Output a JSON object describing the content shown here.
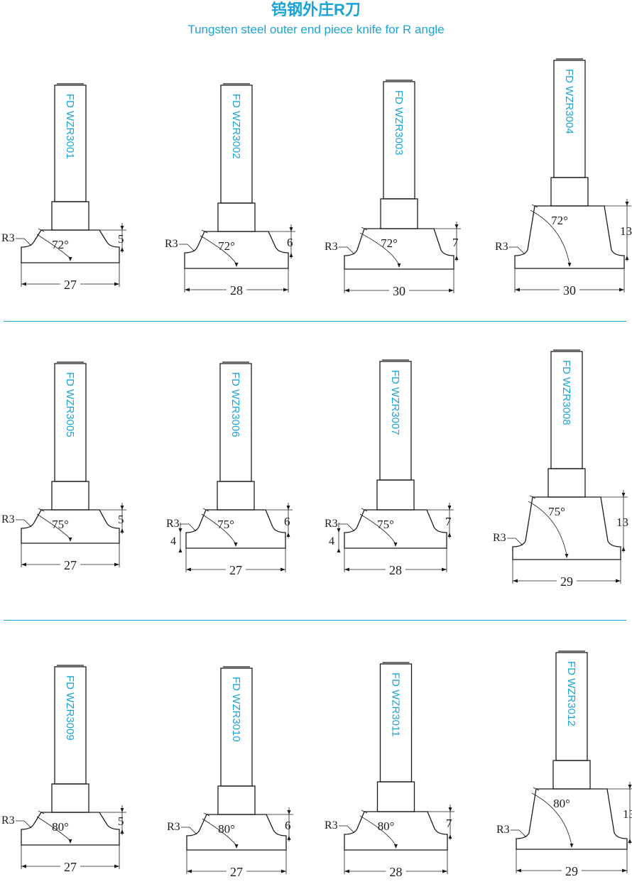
{
  "header": {
    "title_cn": "钨钢外庄R刀",
    "title_en": "Tungsten steel outer end piece knife for R angle"
  },
  "colors": {
    "accent": "#1aa3d6",
    "line": "#1a1a1a"
  },
  "tools": [
    {
      "code": "FD WZR3001",
      "radius": "R3",
      "angle": "72°",
      "height": "5",
      "width": "27"
    },
    {
      "code": "FD WZR3002",
      "radius": "R3",
      "angle": "72°",
      "height": "6",
      "width": "28"
    },
    {
      "code": "FD WZR3003",
      "radius": "R3",
      "angle": "72°",
      "height": "7",
      "width": "30"
    },
    {
      "code": "FD WZR3004",
      "radius": "R3",
      "angle": "72°",
      "height": "13",
      "width": "30"
    },
    {
      "code": "FD WZR3005",
      "radius": "R3",
      "angle": "75°",
      "height": "5",
      "width": "27"
    },
    {
      "code": "FD WZR3006",
      "radius": "R3",
      "angle": "75°",
      "height": "6",
      "width": "27",
      "step": "4"
    },
    {
      "code": "FD WZR3007",
      "radius": "R3",
      "angle": "75°",
      "height": "7",
      "width": "28",
      "step": "4"
    },
    {
      "code": "FD WZR3008",
      "radius": "R3",
      "angle": "75°",
      "height": "13",
      "width": "29"
    },
    {
      "code": "FD WZR3009",
      "radius": "R3",
      "angle": "80°",
      "height": "5",
      "width": "27"
    },
    {
      "code": "FD WZR3010",
      "radius": "R3",
      "angle": "80°",
      "height": "6",
      "width": "27"
    },
    {
      "code": "FD WZR3011",
      "radius": "R3",
      "angle": "80°",
      "height": "7",
      "width": "28"
    },
    {
      "code": "FD WZR3012",
      "radius": "R3",
      "angle": "80°",
      "height": "13",
      "width": "29"
    }
  ]
}
